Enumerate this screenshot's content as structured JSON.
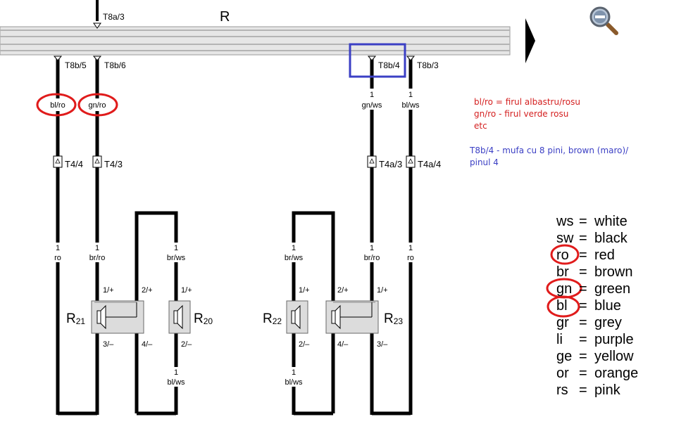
{
  "bus": {
    "label": "R",
    "top_connector": "T8a/3"
  },
  "connectors": {
    "t8b5": "T8b/5",
    "t8b6": "T8b/6",
    "t8b4": "T8b/4",
    "t8b3": "T8b/3",
    "t44": "T4/4",
    "t43": "T4/3",
    "t4a3": "T4a/3",
    "t4a4": "T4a/4"
  },
  "wires": {
    "w1_top": "bl/ro",
    "w2_top": "gn/ro",
    "w3_top_pin": "1",
    "w3_top": "gn/ws",
    "w4_top_pin": "1",
    "w4_top": "bl/ws",
    "w1_mid_pin": "1",
    "w1_mid": "ro",
    "w2_mid_pin": "1",
    "w2_mid": "br/ro",
    "w5_mid_pin": "1",
    "w5_mid": "br/ws",
    "w6_mid_pin": "1",
    "w6_mid": "br/ws",
    "w3_mid_pin": "1",
    "w3_mid": "br/ro",
    "w4_mid_pin": "1",
    "w4_mid": "ro",
    "w5_bot_pin": "1",
    "w5_bot": "bl/ws",
    "w6_bot_pin": "1",
    "w6_bot": "bl/ws"
  },
  "speakers": {
    "r21": {
      "name": "R",
      "sub": "21",
      "pin_plus": "1/+",
      "pin_minus": "3/–"
    },
    "r20": {
      "name": "R",
      "sub": "20",
      "pin_plus": "1/+",
      "pin_minus": "2/–"
    },
    "r22": {
      "name": "R",
      "sub": "22",
      "pin_plus": "1/+",
      "pin_minus": "2/–"
    },
    "r23": {
      "name": "R",
      "sub": "23",
      "pin_plus": "1/+",
      "pin_minus": "3/–"
    },
    "r21_pin2": "2/+",
    "r21_pin4": "4/–",
    "r23_pin2": "2/+",
    "r23_pin4": "4/–"
  },
  "notes": {
    "red": [
      "bl/ro = firul albastru/rosu",
      "gn/ro - firul verde rosu",
      "etc"
    ],
    "blue": [
      "T8b/4 - mufa cu 8 pini, brown (maro)/",
      "pinul 4"
    ]
  },
  "legend": [
    {
      "code": "ws",
      "eq": "=",
      "color": "white"
    },
    {
      "code": "sw",
      "eq": "=",
      "color": "black"
    },
    {
      "code": "ro",
      "eq": "=",
      "color": "red"
    },
    {
      "code": "br",
      "eq": "=",
      "color": "brown"
    },
    {
      "code": "gn",
      "eq": "=",
      "color": "green"
    },
    {
      "code": "bl",
      "eq": "=",
      "color": "blue"
    },
    {
      "code": "gr",
      "eq": "=",
      "color": "grey"
    },
    {
      "code": "li",
      "eq": "=",
      "color": "purple"
    },
    {
      "code": "ge",
      "eq": "=",
      "color": "yellow"
    },
    {
      "code": "or",
      "eq": "=",
      "color": "orange"
    },
    {
      "code": "rs",
      "eq": "=",
      "color": "pink"
    }
  ],
  "colors": {
    "annotation_red": "#e01b1b",
    "annotation_blue": "#3b3fc4",
    "bus_grey": "#c8c8c8"
  },
  "icons": {
    "zoom": "zoom-out-magnifier-icon",
    "arrow": "right-arrow-icon"
  }
}
